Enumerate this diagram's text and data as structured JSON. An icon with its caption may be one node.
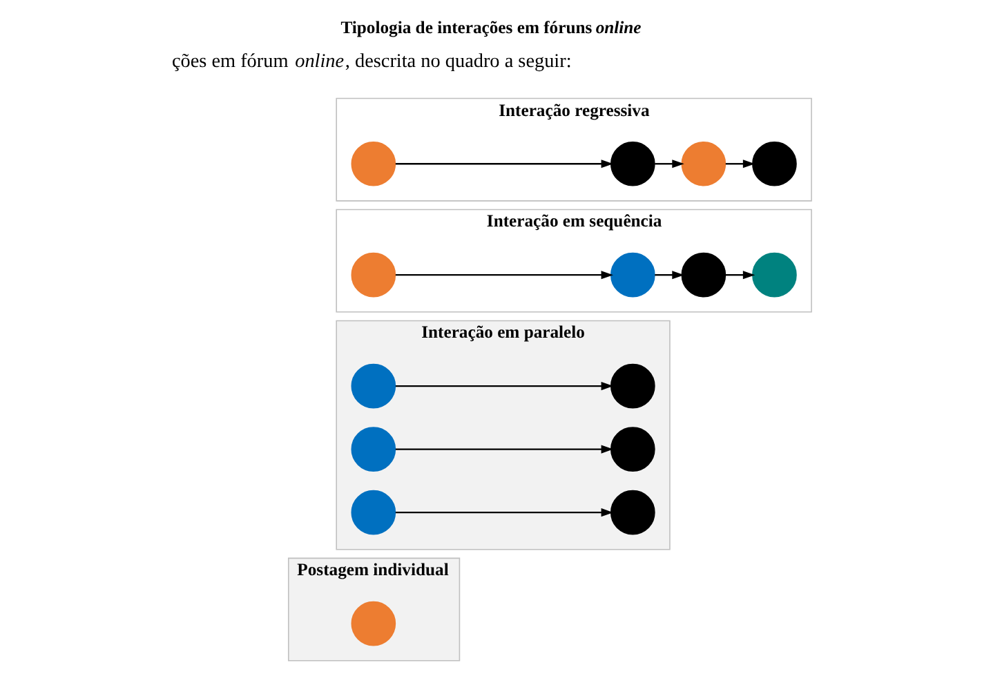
{
  "diagram": {
    "title": "Tipologia de interações em fóruns *online*",
    "nodes": [
      {
        "text": [
          "Postagem individual"
        ]
      },
      {
        "text": [],
        "shape": "circle",
        "in": 0
      },
      {
        "text": [
          "Interação em paralelo"
        ]
      },
      {
        "text": [],
        "shape": "circle",
        "in": 2
      },
      {
        "text": [],
        "shape": "circle",
        "in": 2
      },
      {
        "text": [],
        "shape": "circle",
        "in": 2
      },
      {
        "text": [],
        "shape": "circle",
        "in": 2
      },
      {
        "text": [],
        "shape": "circle",
        "in": 2
      },
      {
        "text": [],
        "shape": "circle",
        "in": 2
      },
      {
        "text": [
          "Interação em sequência"
        ]
      },
      {
        "text": [],
        "shape": "circle",
        "in": 9
      },
      {
        "text": [],
        "shape": "circle",
        "in": 9
      },
      {
        "text": [],
        "shape": "circle",
        "in": 9
      },
      {
        "text": [],
        "shape": "circle",
        "in": 9
      },
      {
        "text": [
          "Interação regressiva"
        ]
      },
      {
        "text": [],
        "shape": "circle",
        "in": 14
      },
      {
        "text": [],
        "shape": "circle",
        "in": 14
      },
      {
        "text": [],
        "shape": "circle",
        "in": 14
      },
      {
        "text": [],
        "shape": "circle",
        "in": 14
      }
    ],
    "edges": [
      {
        "from": 3,
        "to": 4,
        "arrow": "to"
      },
      {
        "from": 5,
        "to": 6,
        "arrow": "to"
      },
      {
        "from": 7,
        "to": 8,
        "arrow": "to"
      },
      {
        "from": 10,
        "to": 11,
        "arrow": "to"
      },
      {
        "from": 11,
        "to": 12,
        "arrow": "to"
      },
      {
        "from": 12,
        "to": 13,
        "arrow": "to"
      },
      {
        "from": 15,
        "to": 16,
        "arrow": "to"
      },
      {
        "from": 16,
        "to": 17,
        "arrow": "to"
      },
      {
        "from": 17,
        "to": 18,
        "arrow": "to"
      }
    ],
    "labels": [
      "ções em fórum *online*, descrita no quadro a seguir:"
    ]
  }
}
